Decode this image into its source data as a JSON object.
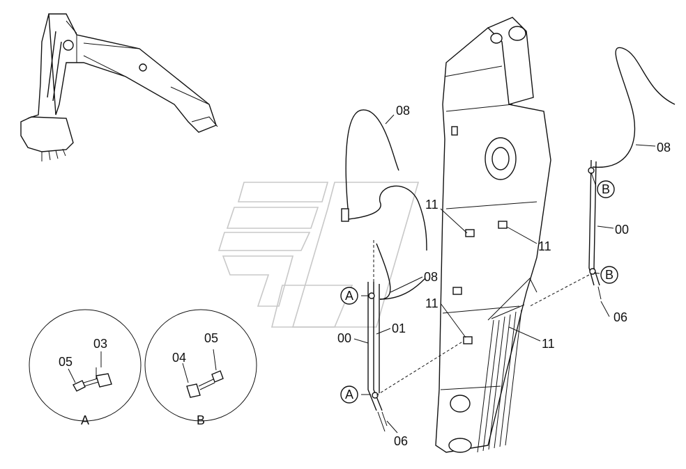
{
  "parts": {
    "p08a": "08",
    "p08b": "08",
    "p08c": "08",
    "p11a": "11",
    "p11b": "11",
    "p11c": "11",
    "p11d": "11",
    "p00a": "00",
    "p00b": "00",
    "p01": "01",
    "p06a": "06",
    "p06b": "06",
    "p03": "03",
    "p05a": "05",
    "p05b": "05",
    "p04": "04"
  },
  "refs": {
    "a1": "A",
    "a2": "A",
    "b1": "B",
    "b2": "B"
  },
  "details": {
    "detail_a": "A",
    "detail_b": "B"
  }
}
